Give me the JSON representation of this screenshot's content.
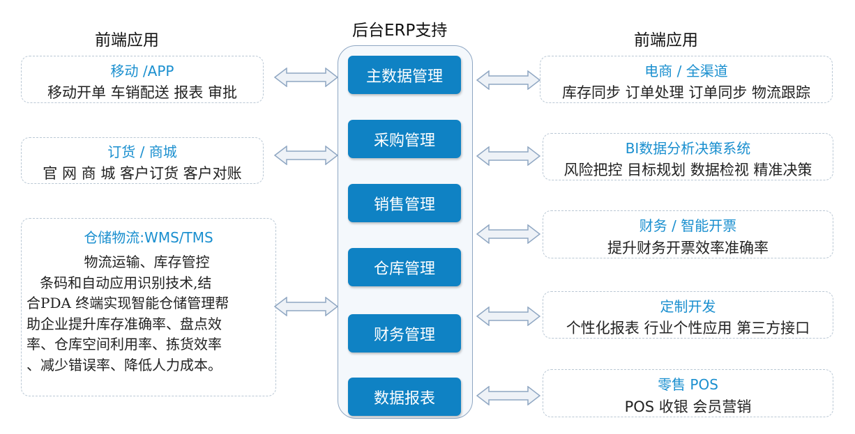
{
  "headings": {
    "left": "前端应用",
    "center": "后台ERP支持",
    "right": "前端应用"
  },
  "modules": [
    "主数据管理",
    "采购管理",
    "销售管理",
    "仓库管理",
    "财务管理",
    "数据报表"
  ],
  "left_boxes": {
    "mobile": {
      "title": "移动 /APP",
      "body": "移动开单 车销配送 报表 审批"
    },
    "order": {
      "title": "订货 / 商城",
      "body": "官 网 商 城  客户订货 客户对账"
    },
    "wms": {
      "title": "仓储物流:WMS/TMS",
      "subtitle": "物流运输、库存管控",
      "lines": [
        "   条码和自动应用识别技术,结",
        "合PDA 终端实现智能仓储管理帮",
        "助企业提升库存准确率、盘点效",
        "率、仓库空间利用率、拣货效率",
        "、减少错误率、降低人力成本。"
      ]
    }
  },
  "right_boxes": {
    "ecommerce": {
      "title": "电商 / 全渠道",
      "body": "库存同步 订单处理 订单同步 物流跟踪"
    },
    "bi": {
      "title": "BI数据分析决策系统",
      "body": "风险把控 目标规划 数据检视 精准决策"
    },
    "finance": {
      "title": "财务 / 智能开票",
      "body": "提升财务开票效率准确率"
    },
    "custom": {
      "title": "定制开发",
      "body": "个性化报表 行业个性应用 第三方接口"
    },
    "retail": {
      "title": "零售 POS",
      "body": "POS 收银 会员营销"
    }
  },
  "colors": {
    "module_fill": "#0f82c4",
    "title_text": "#1a8fcf",
    "box_border": "#b9c7d4",
    "arrow_fill": "#eef2f7",
    "arrow_stroke": "#8ea6c2"
  }
}
